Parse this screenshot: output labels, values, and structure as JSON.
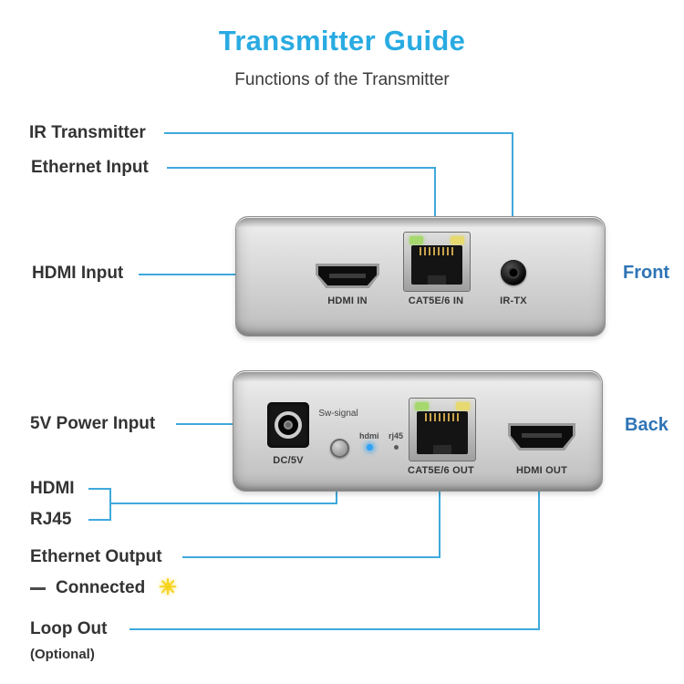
{
  "colors": {
    "accent": "#29abe2",
    "line": "#3fa9dc",
    "view_label": "#2e74b5",
    "star": "#f6d31c",
    "led_green": "#a6d86e",
    "led_yellow": "#e6d96f",
    "led_blue": "#2fa3f5"
  },
  "header": {
    "title": "Transmitter Guide",
    "subtitle": "Functions of the Transmitter"
  },
  "callouts": {
    "ir_transmitter": "IR Transmitter",
    "ethernet_input": "Ethernet Input",
    "hdmi_input": "HDMI Input",
    "power_input": "5V Power Input",
    "hdmi": "HDMI",
    "rj45": "RJ45",
    "ethernet_output": "Ethernet Output",
    "connected": "Connected",
    "loop_out": "Loop Out",
    "loop_out_note": "(Optional)"
  },
  "front_panel": {
    "view_label": "Front",
    "hdmi_port_label": "HDMI IN",
    "ethernet_port_label": "CAT5E/6 IN",
    "ir_port_label": "IR-TX"
  },
  "back_panel": {
    "view_label": "Back",
    "power_port_label": "DC/5V",
    "switch_label": "Sw-signal",
    "indicator_hdmi": "hdmi",
    "indicator_rj45": "rj45",
    "ethernet_port_label": "CAT5E/6 OUT",
    "hdmi_port_label": "HDMI OUT"
  },
  "icons": {
    "connected_sun": "☀"
  }
}
